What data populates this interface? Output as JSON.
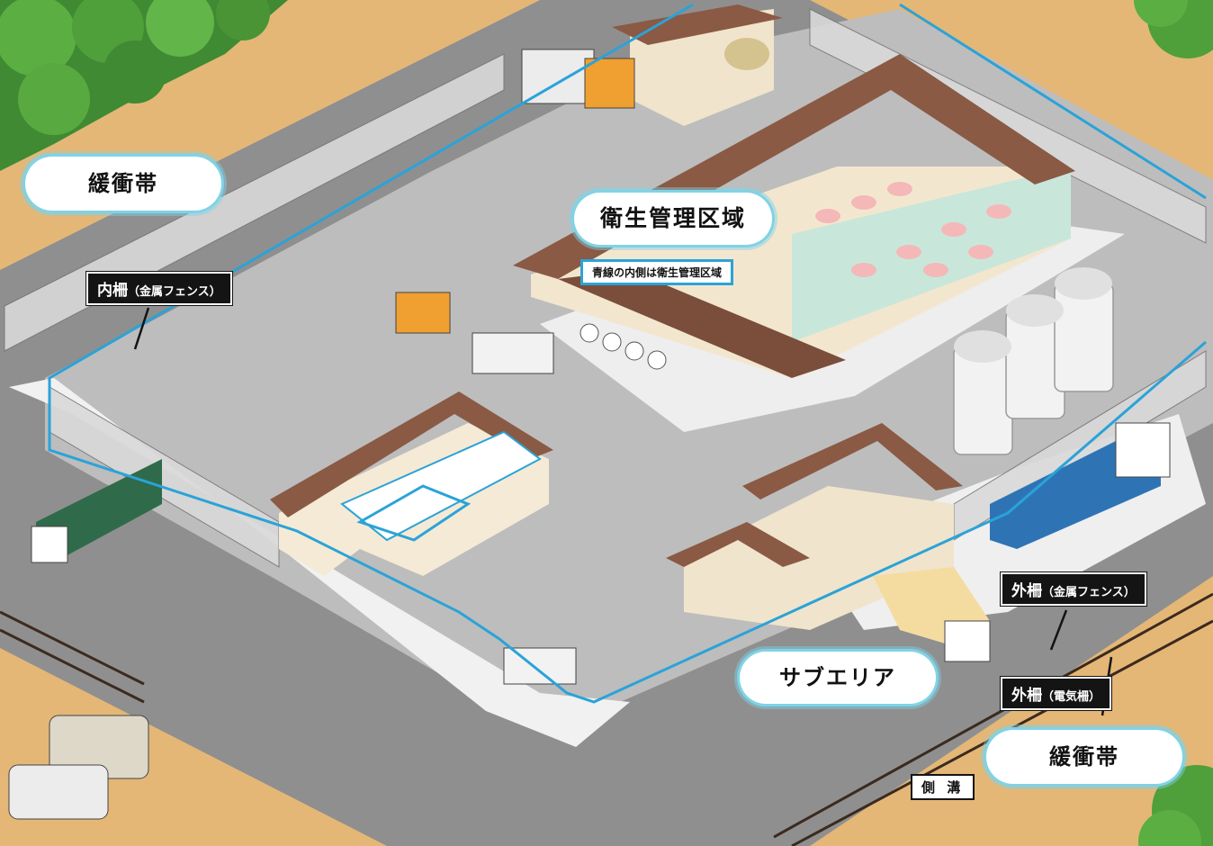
{
  "labels": {
    "buffer_zone_top": "緩衝帯",
    "buffer_zone_bottom": "緩衝帯",
    "hygiene_area": "衛生管理区域",
    "hygiene_note": "青線の内側は衛生管理区域",
    "sub_area": "サブエリア",
    "inner_fence": "内柵",
    "inner_fence_detail": "（金属フェンス）",
    "outer_fence_metal": "外柵",
    "outer_fence_metal_detail": "（金属フェンス）",
    "outer_fence_electric": "外柵",
    "outer_fence_electric_detail": "（電気柵）",
    "side_ditch": "側 溝"
  },
  "colors": {
    "hygiene_boundary": "#2aa3d8",
    "roof": "#8a5a44",
    "ground": "#b9b9b9",
    "forest": "#4f9a3a",
    "soil": "#d9a766",
    "lime": "#f2f2f2"
  }
}
